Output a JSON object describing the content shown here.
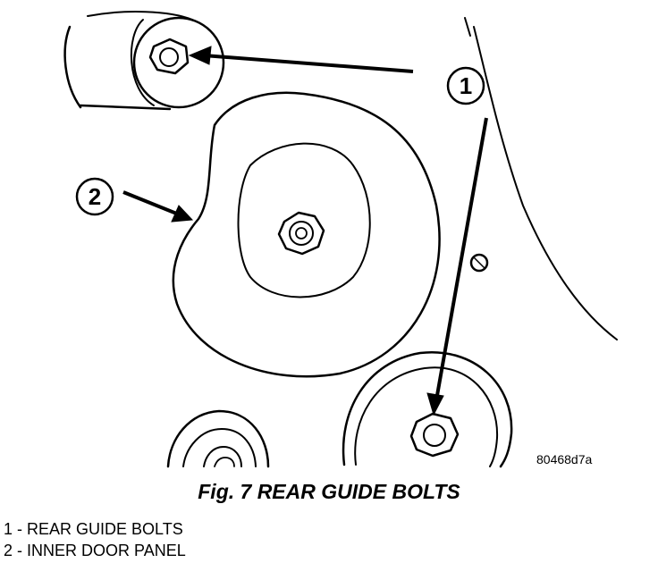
{
  "figure": {
    "image_code": "80468d7a",
    "caption": "Fig. 7 REAR GUIDE BOLTS",
    "callouts": [
      {
        "number": "1"
      },
      {
        "number": "2"
      }
    ],
    "legend": [
      {
        "number": "1",
        "separator": " - ",
        "label": "REAR GUIDE BOLTS"
      },
      {
        "number": "2",
        "separator": " - ",
        "label": "INNER DOOR PANEL"
      }
    ]
  }
}
